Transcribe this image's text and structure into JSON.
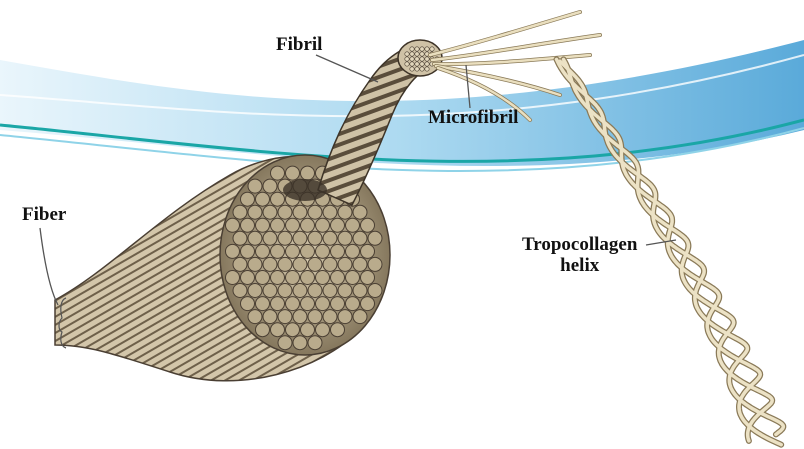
{
  "labels": {
    "fibril": "Fibril",
    "microfibril": "Microfibril",
    "fiber": "Fiber",
    "tropocollagen_line1": "Tropocollagen",
    "tropocollagen_line2": "helix"
  },
  "colors": {
    "background": "#ffffff",
    "banner_light": "#cfe9f6",
    "banner_mid": "#7fc3e6",
    "banner_dark": "#2f8fc8",
    "banner_teal": "#1aa6a6",
    "fiber_body": "#cfc2a6",
    "fiber_shadow": "#4a3f33",
    "strand": "#e8dcbc",
    "strand_edge": "#8a7a58",
    "leader_line": "#555555"
  }
}
